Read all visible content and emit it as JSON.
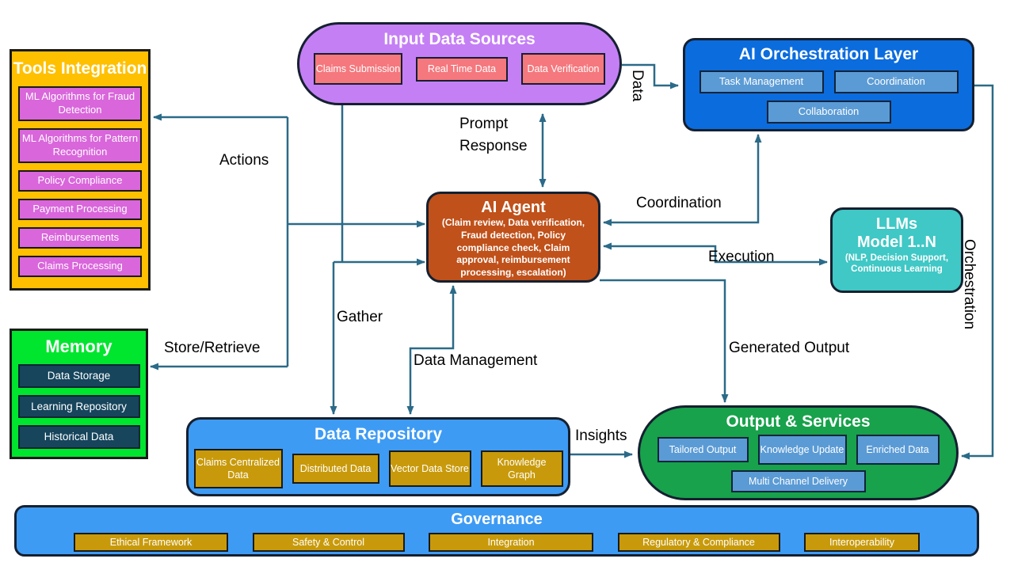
{
  "colors": {
    "line": "#2b6a88",
    "label-text": "#000000",
    "purple": "#c57ff5",
    "pink": "#f4787d",
    "blue-strong": "#0b6cde",
    "blue-sub": "#5b9bd5",
    "blue-mid": "#3e9bf4",
    "gold": "#ffc000",
    "gold-dark": "#c89a0b",
    "magenta": "#d966db",
    "rust": "#c0511a",
    "teal": "#3fc8c5",
    "green-bright": "#00e52e",
    "green-dark": "#17a24b",
    "navy-sub": "#16455c",
    "border-dark": "#152030",
    "border-black": "#1a1a1a"
  },
  "boxes": {
    "tools": {
      "title": "Tools Integration",
      "items": [
        "ML Algorithms for Fraud Detection",
        "ML Algorithms for Pattern Recognition",
        "Policy Compliance",
        "Payment Processing",
        "Reimbursements",
        "Claims Processing"
      ]
    },
    "input": {
      "title": "Input Data Sources",
      "items": [
        "Claims Submission",
        "Real Time Data",
        "Data Verification"
      ]
    },
    "orchestration": {
      "title": "AI Orchestration Layer",
      "items": [
        "Task Management",
        "Coordination",
        "Collaboration"
      ]
    },
    "agent": {
      "title": "AI Agent",
      "details": "(Claim review, Data verification, Fraud detection, Policy compliance check, Claim approval, reimbursement processing, escalation)"
    },
    "llms": {
      "title_line1": "LLMs",
      "title_line2": "Model 1..N",
      "details": "(NLP, Decision Support, Continuous Learning"
    },
    "memory": {
      "title": "Memory",
      "items": [
        "Data Storage",
        "Learning Repository",
        "Historical Data"
      ]
    },
    "repository": {
      "title": "Data Repository",
      "items": [
        "Claims Centralized Data",
        "Distributed Data",
        "Vector Data Store",
        "Knowledge Graph"
      ]
    },
    "output": {
      "title": "Output & Services",
      "items": [
        "Tailored Output",
        "Knowledge Update",
        "Enriched Data",
        "Multi Channel Delivery"
      ]
    },
    "governance": {
      "title": "Governance",
      "items": [
        "Ethical Framework",
        "Safety & Control",
        "Integration",
        "Regulatory & Compliance",
        "Interoperability"
      ]
    }
  },
  "edge_labels": {
    "actions": "Actions",
    "prompt": "Prompt",
    "response": "Response",
    "data": "Data",
    "coordination": "Coordination",
    "execution": "Execution",
    "store_retrieve": "Store/Retrieve",
    "gather": "Gather",
    "data_management": "Data Management",
    "generated_output": "Generated Output",
    "insights": "Insights",
    "orchestration": "Orchestration"
  }
}
